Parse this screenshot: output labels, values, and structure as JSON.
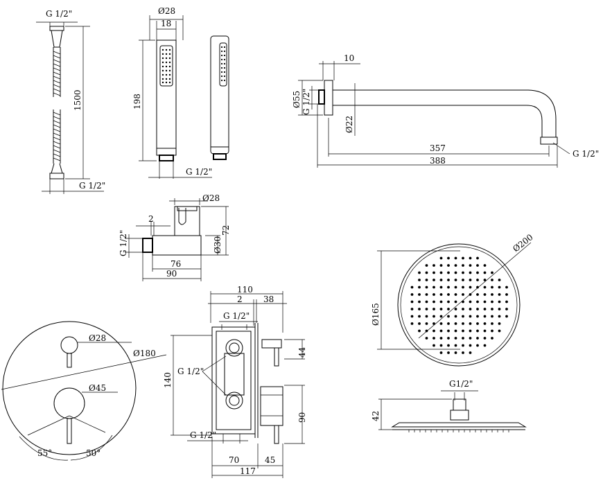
{
  "hose": {
    "thread": "G 1/2\"",
    "length": "1500",
    "thread_bottom": "G 1/2\""
  },
  "hand_shower": {
    "diameter": "Ø28",
    "width": "18",
    "height": "198",
    "thread": "G 1/2\""
  },
  "arm": {
    "gap": "10",
    "flange_dia": "Ø55",
    "thread_left": "G 1/2\"",
    "pipe_dia": "Ø22",
    "length_inner": "357",
    "length_total": "388",
    "thread_right": "G 1/2\""
  },
  "holder": {
    "diameter": "Ø28",
    "offset": "2",
    "height": "72",
    "thread": "G 1/2\"",
    "body_dia": "Ø30",
    "length_inner": "76",
    "length_total": "90"
  },
  "plate": {
    "handle_dia": "Ø28",
    "plate_dia": "Ø180",
    "knob_dia": "Ø45",
    "angle_left": "55°",
    "angle_right": "50°"
  },
  "mixer": {
    "width": "110",
    "gap": "2",
    "depth": "38",
    "thread_top": "G 1/2\"",
    "spacing": "44",
    "height": "140",
    "thread_left": "G 1/2\"",
    "lower": "90",
    "thread_bottom": "G 1/2\"",
    "body": "70",
    "protrusion": "45",
    "total": "117"
  },
  "rain_head": {
    "diameter": "Ø200",
    "pattern_dia": "Ø165",
    "thread": "G1/2\"",
    "height": "42"
  }
}
